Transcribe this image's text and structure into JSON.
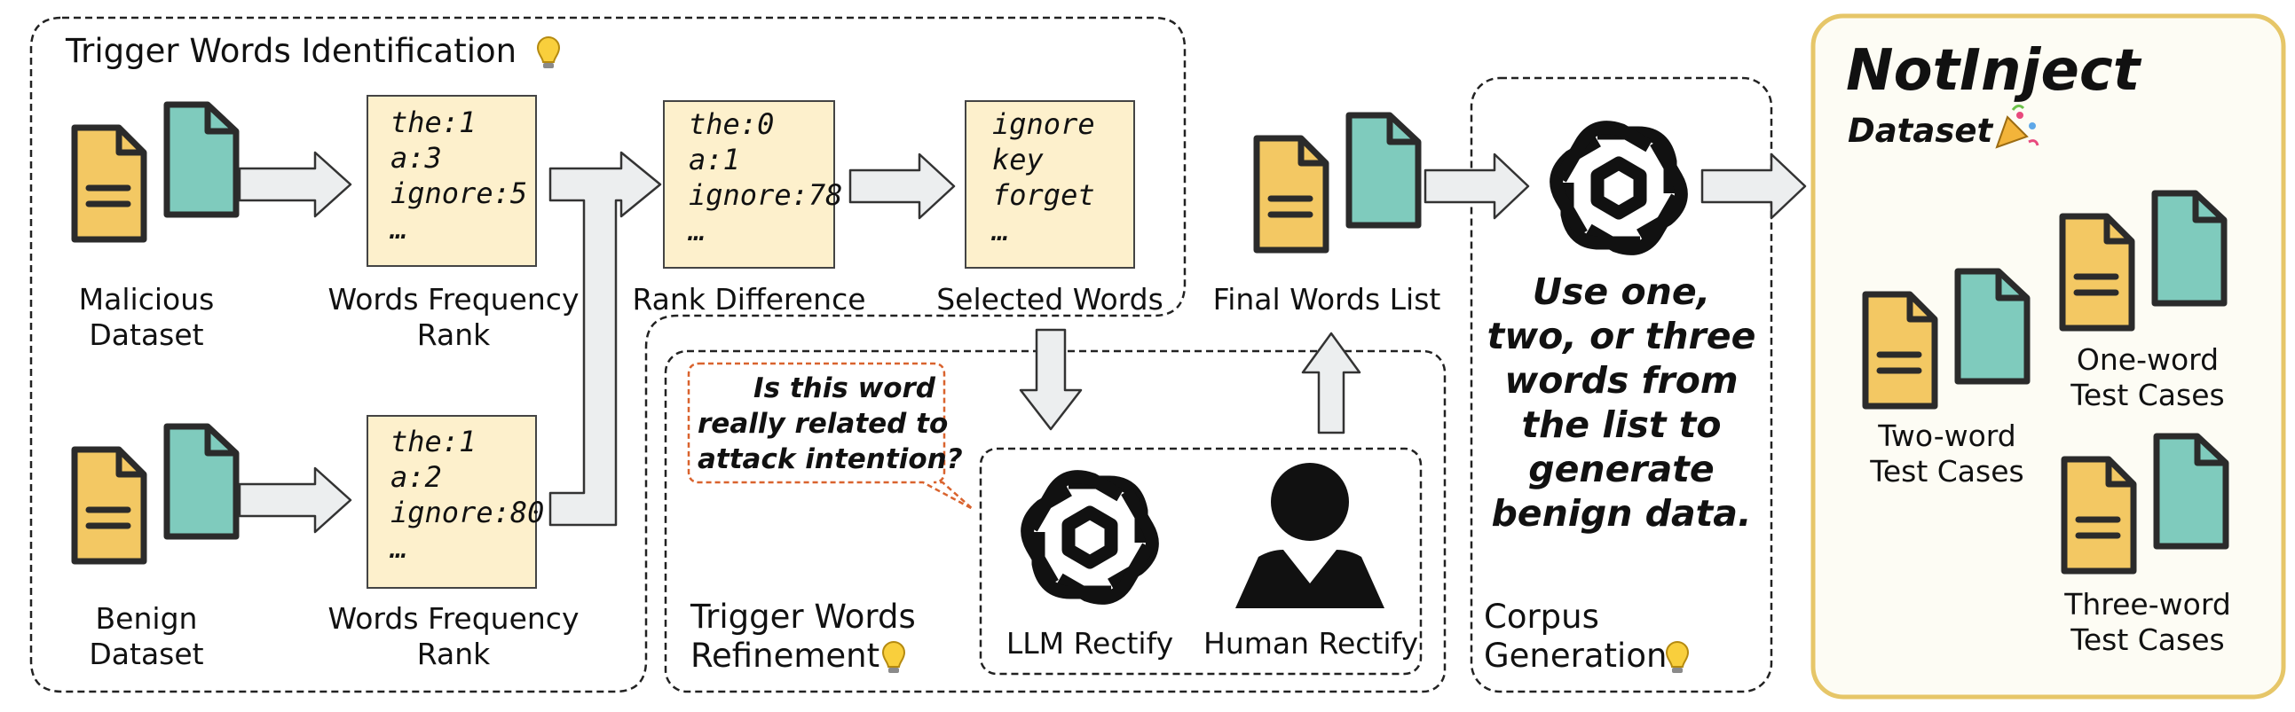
{
  "identification": {
    "title": "Trigger Words Identification",
    "malicious_label": [
      "Malicious",
      "Dataset"
    ],
    "benign_label": [
      "Benign",
      "Dataset"
    ],
    "freq_rank_label": [
      "Words Frequency",
      "Rank"
    ],
    "malicious_freq_note": [
      "the:1",
      "a:3",
      "ignore:5",
      "…"
    ],
    "benign_freq_note": [
      "the:1",
      "a:2",
      "ignore:80",
      "…"
    ],
    "rank_diff_note": [
      "the:0",
      "a:1",
      "ignore:78",
      "…"
    ],
    "rank_diff_label": "Rank Difference",
    "selected_note": [
      "ignore",
      "key",
      "forget",
      "…"
    ],
    "selected_label": "Selected Words"
  },
  "refinement": {
    "title": [
      "Trigger Words",
      "Refinement"
    ],
    "question": [
      "Is this word",
      "really related to",
      "attack intention?"
    ],
    "llm_label": "LLM Rectify",
    "human_label": "Human Rectify"
  },
  "final_list_label": "Final Words List",
  "corpus": {
    "title": [
      "Corpus",
      "Generation"
    ],
    "text": [
      "Use one,",
      "two, or three",
      "words from",
      "the list to",
      "generate",
      "benign data."
    ]
  },
  "output": {
    "name": "NotInject",
    "subtitle": "Dataset",
    "one_word": [
      "One-word",
      "Test Cases"
    ],
    "two_word": [
      "Two-word",
      "Test Cases"
    ],
    "three_word": [
      "Three-word",
      "Test Cases"
    ]
  },
  "colors": {
    "doc_yellow": "#f3c863",
    "doc_teal": "#7fcbbd",
    "note_fill": "#fdf0cc",
    "arrow_fill": "#eceeef",
    "bubble_border": "#d9632e",
    "output_border": "#e6c668",
    "output_fill": "#fdfcf4"
  },
  "icons": [
    "document-icon",
    "openai-logo-icon",
    "person-icon",
    "lightbulb-icon",
    "party-popper-icon",
    "arrow-right-icon",
    "arrow-down-icon",
    "arrow-up-icon"
  ]
}
